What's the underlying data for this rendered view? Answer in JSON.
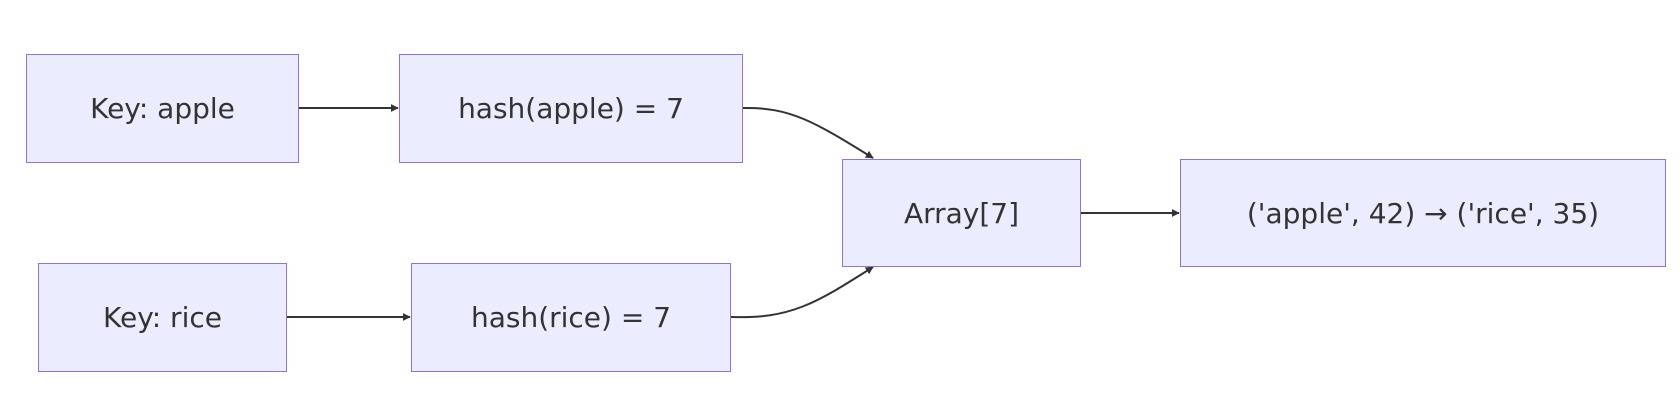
{
  "diagram": {
    "nodes": {
      "key_apple": "Key: apple",
      "hash_apple": "hash(apple) = 7",
      "key_rice": "Key: rice",
      "hash_rice": "hash(rice) = 7",
      "array": "Array[7]",
      "bucket": "('apple', 42) → ('rice', 35)"
    },
    "edges": [
      {
        "from": "key_apple",
        "to": "hash_apple"
      },
      {
        "from": "hash_apple",
        "to": "array"
      },
      {
        "from": "key_rice",
        "to": "hash_rice"
      },
      {
        "from": "hash_rice",
        "to": "array"
      },
      {
        "from": "array",
        "to": "bucket"
      }
    ],
    "colors": {
      "node_fill": "#ececff",
      "node_border": "#9370db",
      "edge": "#333333",
      "text": "#333333"
    }
  }
}
